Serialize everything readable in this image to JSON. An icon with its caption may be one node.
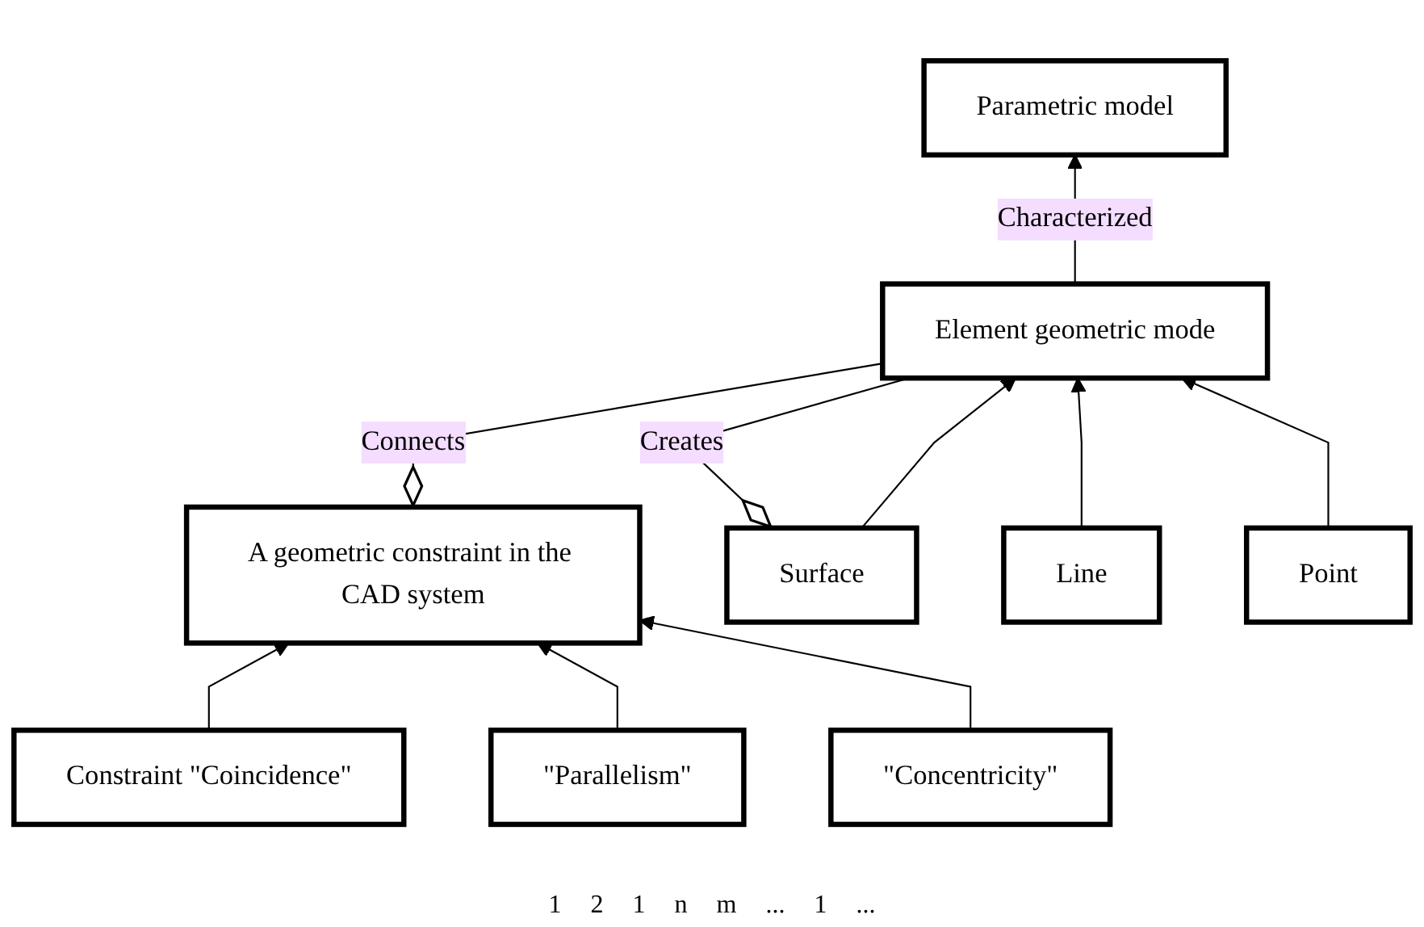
{
  "diagram": {
    "nodes": [
      {
        "text": [
          "A geometric constraint in the CAD system"
        ]
      },
      {
        "text": [
          "Element geometric mode"
        ]
      },
      {
        "text": [
          "Parametric model"
        ]
      },
      {
        "text": [
          "Constraint \"Coincidence\""
        ]
      },
      {
        "text": [
          "\"Parallelism\""
        ]
      },
      {
        "text": [
          "\"Concentricity\""
        ]
      },
      {
        "text": [
          "Surface"
        ]
      },
      {
        "text": [
          "Line"
        ]
      },
      {
        "text": [
          "Point"
        ]
      }
    ],
    "edges": [
      {
        "from": 1,
        "to": 2,
        "arrow": "to",
        "label": "Characterized"
      },
      {
        "from": 0,
        "to": 1,
        "arrow": "other",
        "label": "Connects"
      },
      {
        "from": 6,
        "to": 1,
        "arrow": "other",
        "label": "Creates"
      },
      {
        "from": 3,
        "to": 0,
        "arrow": "to"
      },
      {
        "from": 4,
        "to": 0,
        "arrow": "to"
      },
      {
        "from": 5,
        "to": 0,
        "arrow": "to"
      },
      {
        "from": 6,
        "to": 1,
        "arrow": "to"
      },
      {
        "from": 7,
        "to": 1,
        "arrow": "to"
      },
      {
        "from": 8,
        "to": 1,
        "arrow": "to"
      }
    ],
    "labels": [
      "1",
      "2",
      "1",
      "n",
      "m",
      "...",
      "1",
      "..."
    ]
  }
}
